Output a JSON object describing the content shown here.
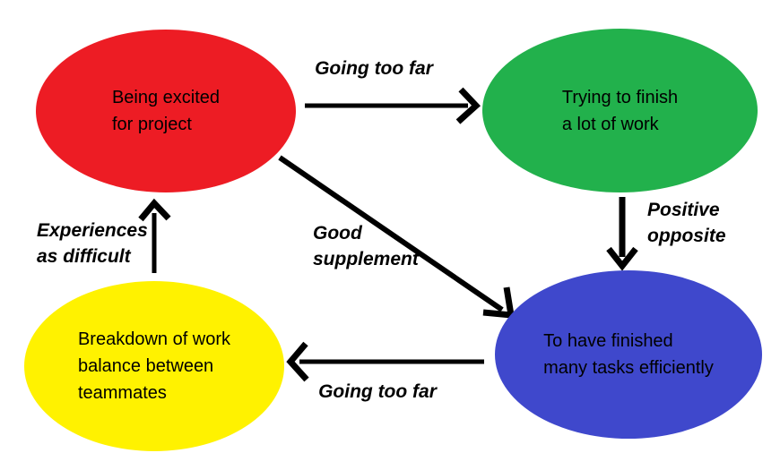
{
  "diagram": {
    "background_color": "#ffffff",
    "arrow_color": "#000000",
    "text_color": "#000000",
    "nodes": [
      {
        "id": "excited",
        "label": "Being excited\nfor project",
        "color": "#ed1c24"
      },
      {
        "id": "trying",
        "label": "Trying to finish\na lot of work",
        "color": "#22b14c"
      },
      {
        "id": "finished",
        "label": "To have finished\nmany tasks efficiently",
        "color": "#3f48cc"
      },
      {
        "id": "breakdown",
        "label": "Breakdown of work\nbalance between\nteammates",
        "color": "#fff200"
      }
    ],
    "edges": [
      {
        "from": "excited",
        "to": "trying",
        "label": "Going too far"
      },
      {
        "from": "trying",
        "to": "finished",
        "label": "Positive\nopposite"
      },
      {
        "from": "excited",
        "to": "finished",
        "label": "Good\nsupplement"
      },
      {
        "from": "finished",
        "to": "breakdown",
        "label": "Going too far"
      },
      {
        "from": "breakdown",
        "to": "excited",
        "label": "Experiences\nas difficult"
      }
    ]
  }
}
